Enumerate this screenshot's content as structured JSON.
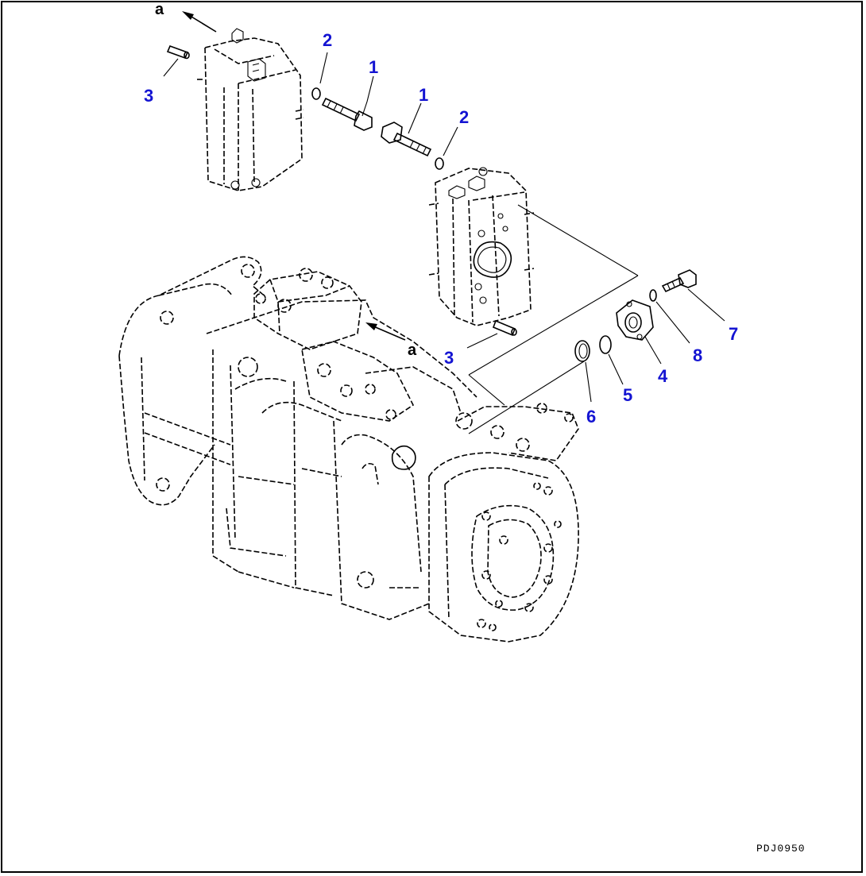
{
  "callouts": {
    "c1a": "1",
    "c1b": "1",
    "c2a": "2",
    "c2b": "2",
    "c3a": "3",
    "c3b": "3",
    "c4": "4",
    "c5": "5",
    "c6": "6",
    "c7": "7",
    "c8": "8"
  },
  "direction_labels": {
    "top": "a",
    "middle": "a"
  },
  "drawing_code": "PDJ0950",
  "colors": {
    "callout": "#1414d2",
    "linework": "#000000",
    "background": "#ffffff"
  }
}
